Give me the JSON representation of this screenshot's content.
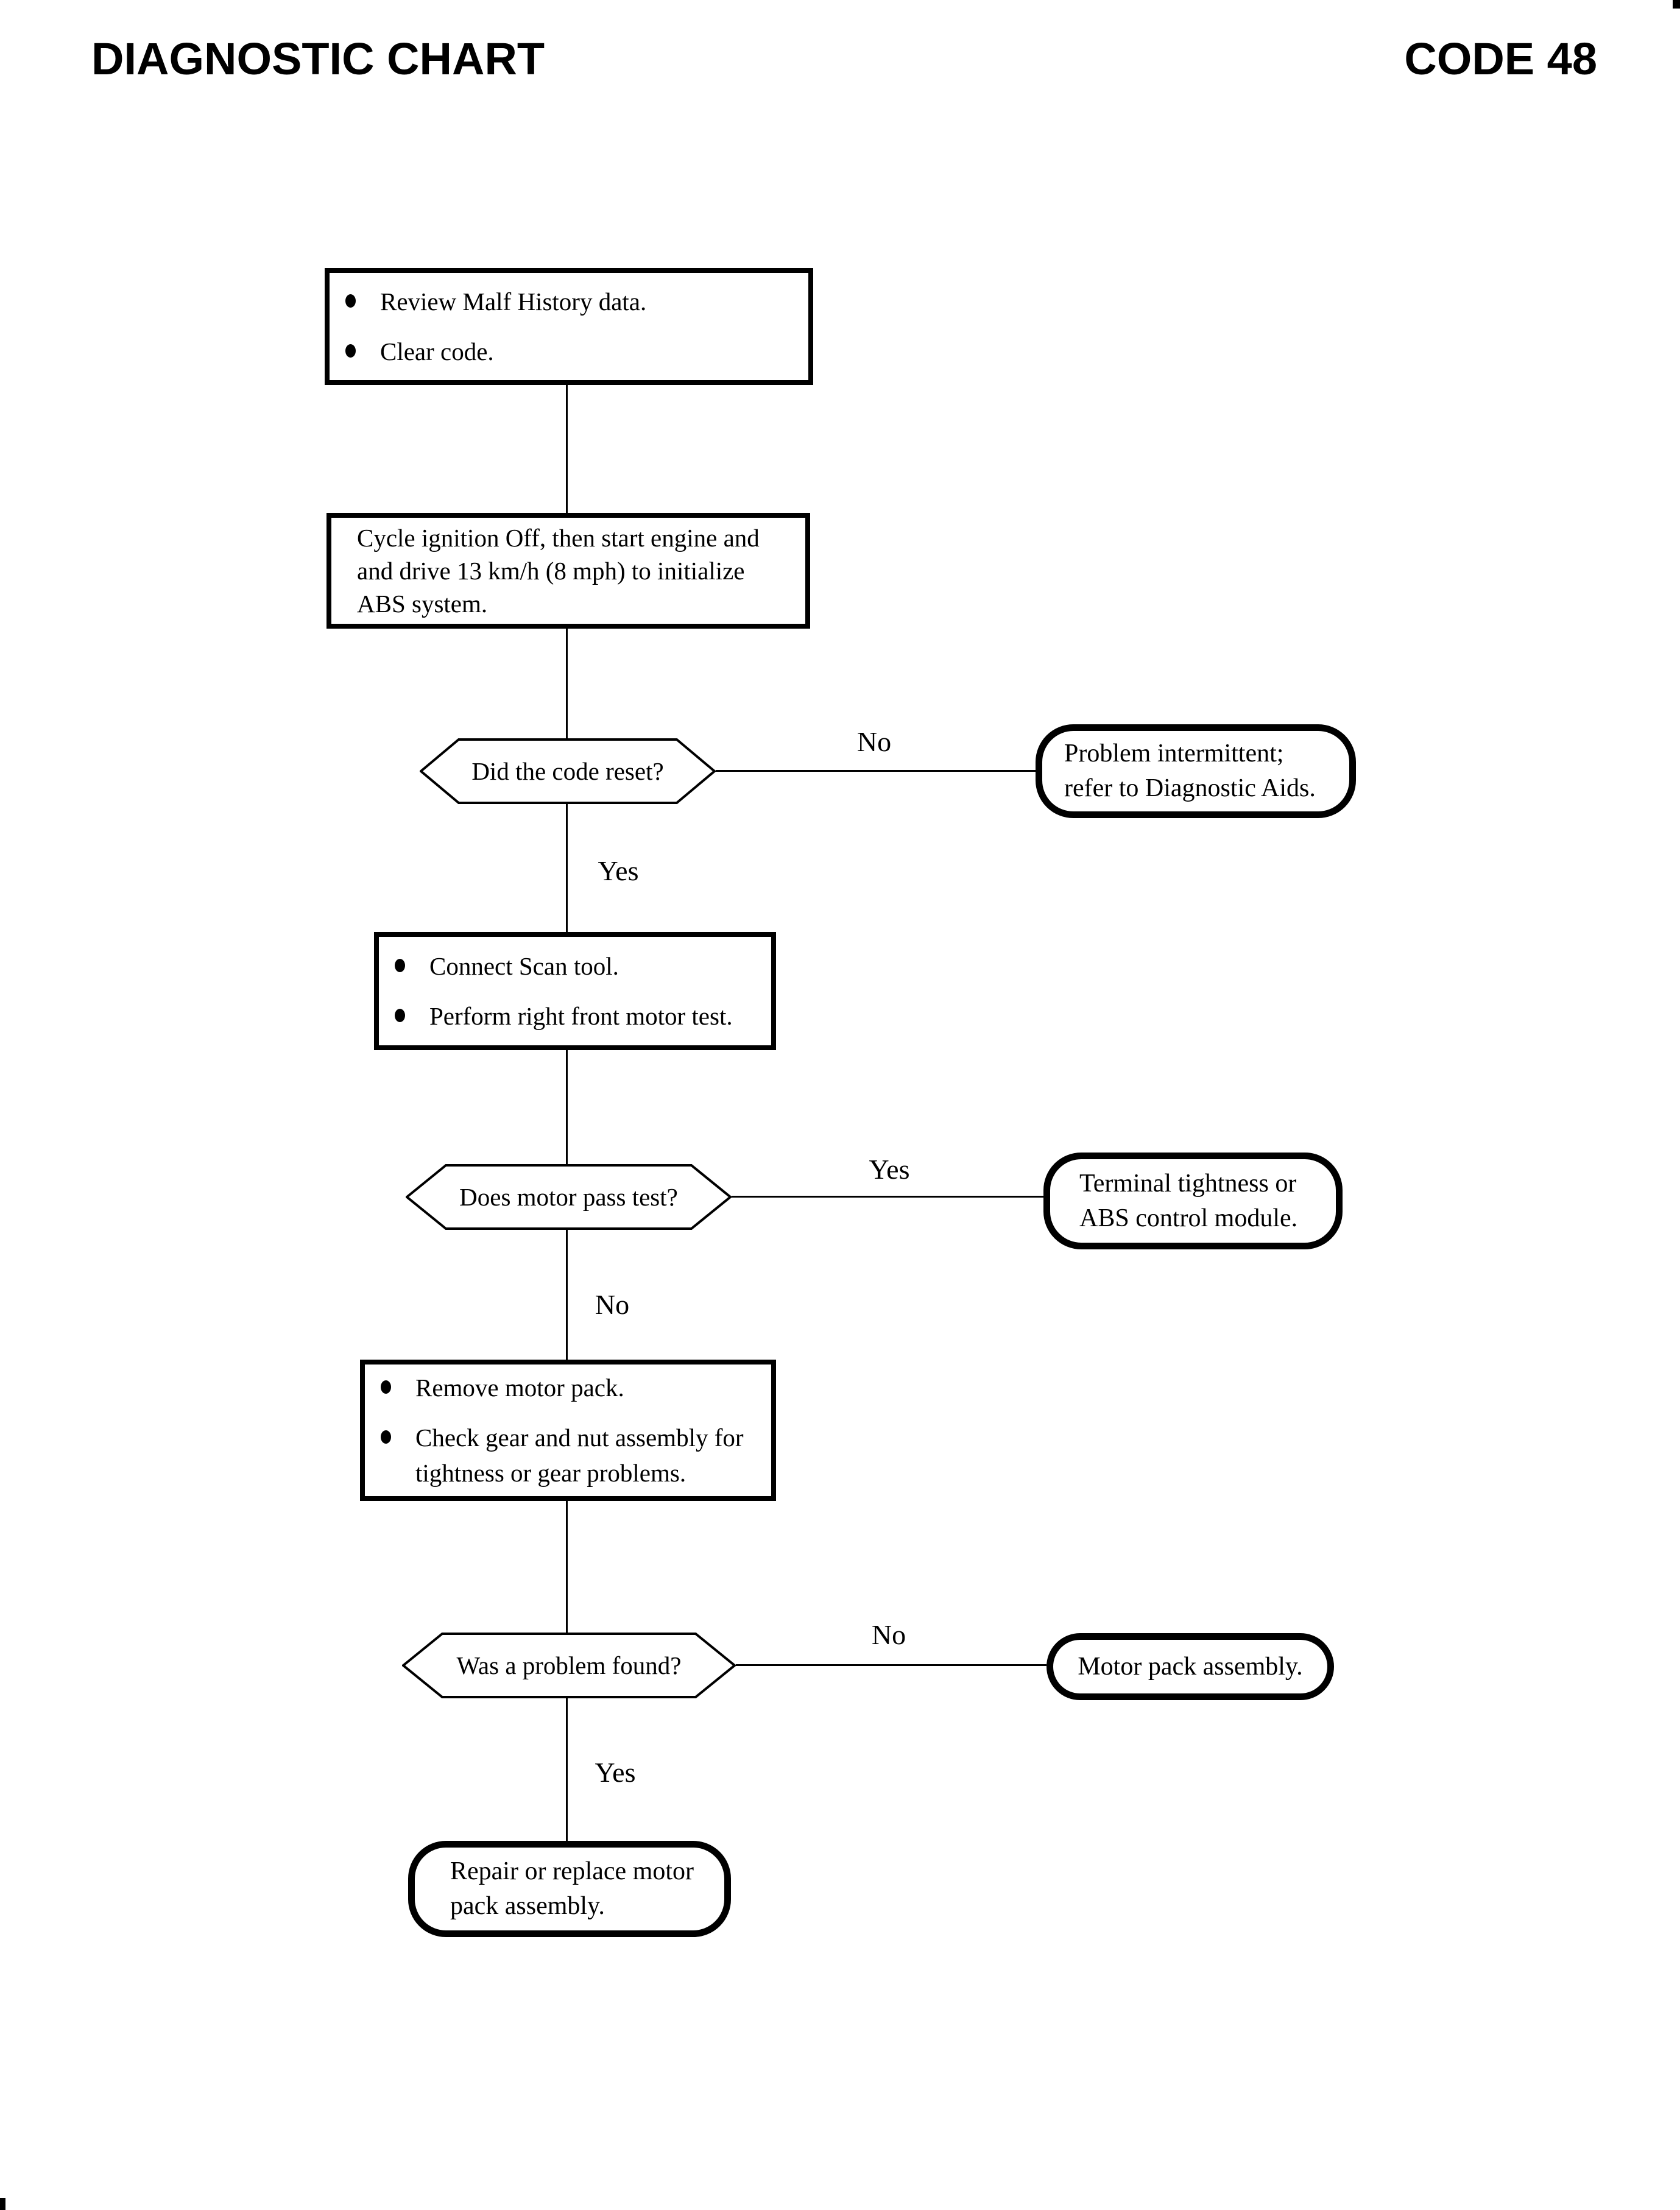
{
  "header": {
    "title": "DIAGNOSTIC CHART",
    "code": "CODE 48"
  },
  "colors": {
    "ink": "#000000",
    "paper": "#ffffff"
  },
  "flow": {
    "step1": {
      "bullets": [
        "Review Malf History data.",
        "Clear code."
      ]
    },
    "step2": {
      "lines": [
        "Cycle ignition Off, then start engine and",
        "and drive 13 km/h (8 mph) to initialize",
        "ABS system."
      ]
    },
    "decision1": {
      "question": "Did the code reset?"
    },
    "terminal1": {
      "line1": "Problem intermittent;",
      "line2": "refer to Diagnostic Aids."
    },
    "step3": {
      "bullets": [
        "Connect Scan tool.",
        "Perform right front motor test."
      ]
    },
    "decision2": {
      "question": "Does motor pass test?"
    },
    "terminal2": {
      "line1": "Terminal tightness or",
      "line2": "ABS control module."
    },
    "step4": {
      "bullet1": "Remove motor pack.",
      "bullet2_line1": "Check gear and nut assembly for",
      "bullet2_line2": "tightness or gear problems."
    },
    "decision3": {
      "question": "Was a problem found?"
    },
    "terminal3": {
      "line1": "Motor pack assembly."
    },
    "terminal4": {
      "line1": "Repair or replace motor",
      "line2": "pack assembly."
    },
    "edge_labels": {
      "d1_no": "No",
      "d1_yes": "Yes",
      "d2_yes": "Yes",
      "d2_no": "No",
      "d3_no": "No",
      "d3_yes": "Yes"
    }
  }
}
